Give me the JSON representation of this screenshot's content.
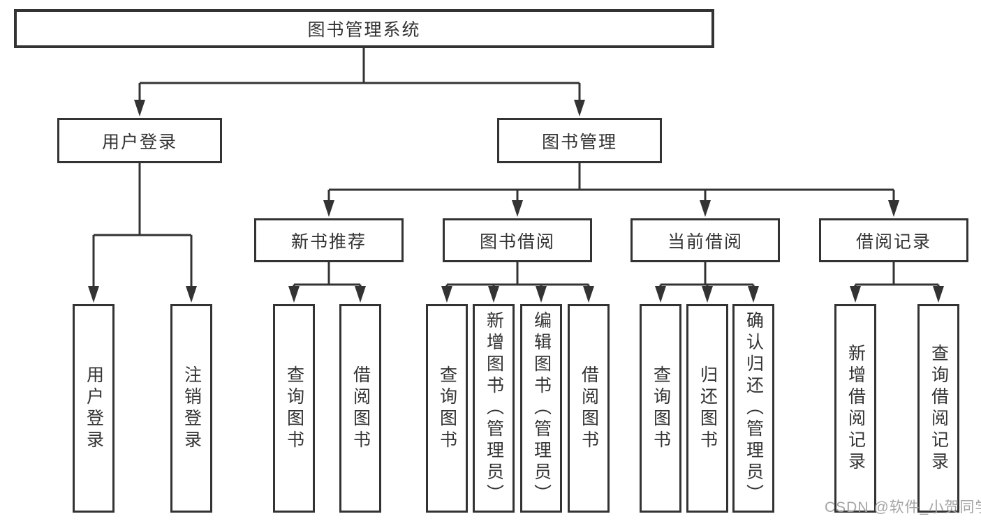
{
  "diagram": {
    "root": {
      "label": "图书管理系统"
    },
    "level2": [
      {
        "label": "用户登录"
      },
      {
        "label": "图书管理"
      }
    ],
    "level3": [
      {
        "label": "新书推荐"
      },
      {
        "label": "图书借阅"
      },
      {
        "label": "当前借阅"
      },
      {
        "label": "借阅记录"
      }
    ],
    "leaves": {
      "user_login": [
        "用户登录",
        "注销登录"
      ],
      "new_book": [
        "查询图书",
        "借阅图书"
      ],
      "book_borrow": [
        "查询图书",
        "新增图书（管理员）",
        "编辑图书（管理员）",
        "借阅图书"
      ],
      "current_borrow": [
        "查询图书",
        "归还图书",
        "确认归还（管理员）"
      ],
      "records": [
        "新增借阅记录",
        "查询借阅记录"
      ]
    }
  },
  "watermark": {
    "text": "CSDN @软件_小贺同学"
  },
  "colors": {
    "line": "#333333",
    "text": "#333333",
    "watermark": "#a0a0a0",
    "background": "#ffffff"
  }
}
